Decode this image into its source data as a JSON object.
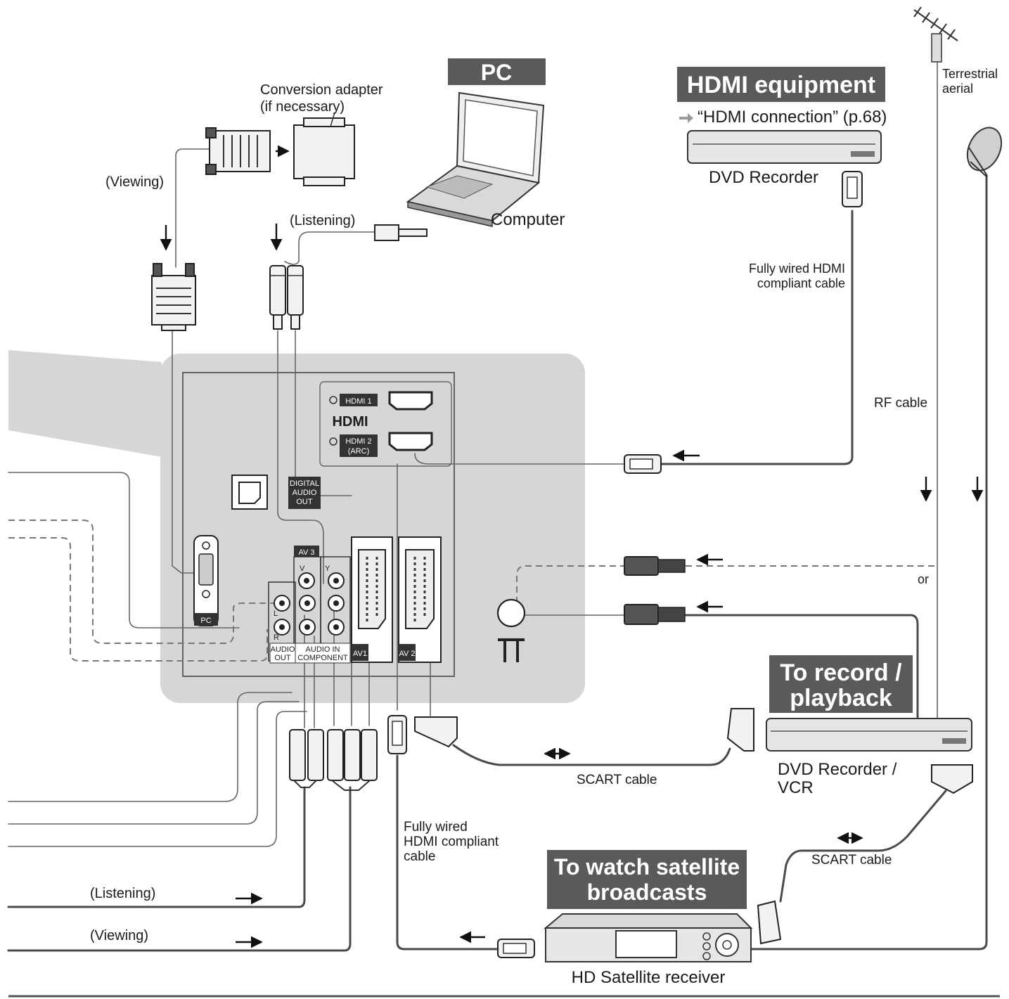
{
  "headers": {
    "pc": "PC",
    "hdmi_equipment": "HDMI equipment",
    "record_line1": "To record /",
    "record_line2": "playback",
    "satellite_line1": "To watch satellite",
    "satellite_line2": "broadcasts"
  },
  "labels": {
    "conversion_line1": "Conversion adapter",
    "conversion_line2": "(if necessary)",
    "viewing_top": "(Viewing)",
    "listening_top": "(Listening)",
    "computer": "Computer",
    "hdmi_ref": "“HDMI connection” (p.68)",
    "dvd_recorder": "DVD Recorder",
    "fully_wired_line1": "Fully wired HDMI",
    "fully_wired_line2": "compliant cable",
    "terrestrial_line1": "Terrestrial",
    "terrestrial_line2": "aerial",
    "rf_cable": "RF cable",
    "or": "or",
    "dvd_vcr_line1": "DVD Recorder /",
    "dvd_vcr_line2": "VCR",
    "scart_cable_1": "SCART cable",
    "scart_cable_2": "SCART cable",
    "hdmi_bottom_line1": "Fully wired",
    "hdmi_bottom_line2": "HDMI compliant",
    "hdmi_bottom_line3": "cable",
    "listening_bottom": "(Listening)",
    "viewing_bottom": "(Viewing)",
    "hd_satellite": "HD Satellite receiver"
  },
  "ports": {
    "hdmi1": "HDMI 1",
    "hdmi_logo": "HDMI",
    "hdmi2_line1": "HDMI 2",
    "hdmi2_line2": "(ARC)",
    "digital_line1": "DIGITAL",
    "digital_line2": "AUDIO",
    "digital_line3": "OUT",
    "pc": "PC",
    "av3": "AV 3",
    "av1": "AV1",
    "av2": "AV 2",
    "audio_out_line1": "AUDIO",
    "audio_out_line2": "OUT",
    "audio_in_line1": "AUDIO IN",
    "audio_in_line2": "COMPONENT",
    "v": "V",
    "l": "L",
    "r": "R",
    "y": "Y"
  },
  "colors": {
    "panel": "#d6d6d6",
    "header_bg": "#5a5a5a",
    "cable": "#4a4a4a"
  }
}
